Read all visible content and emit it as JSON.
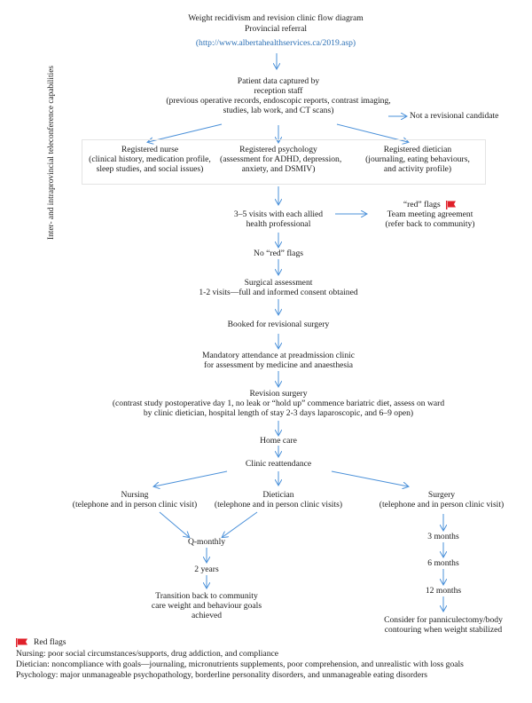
{
  "header": {
    "title": "Weight recidivism and revision clinic flow diagram",
    "subtitle": "Provincial referral",
    "link": "(http://www.albertahealthservices.ca/2019.asp)"
  },
  "side_label": "Inter- and intraprovincial teleconference capabilities",
  "intake": {
    "line1": "Patient data captured by",
    "line2": "reception staff",
    "line3": "(previous operative records, endoscopic reports, contrast imaging,",
    "line4": "studies, lab work, and CT scans)"
  },
  "not_candidate": "Not a revisional candidate",
  "allied": {
    "nurse": {
      "title": "Registered nurse",
      "l1": "(clinical history, medication profile,",
      "l2": "sleep studies, and social issues)"
    },
    "psych": {
      "title": "Registered psychology",
      "l1": "(assessment for ADHD, depression,",
      "l2": "anxiety, and DSMIV)"
    },
    "diet": {
      "title": "Registered dietician",
      "l1": "(journaling, eating behaviours,",
      "l2": "and activity profile)"
    }
  },
  "visits": {
    "l1": "3–5 visits with each allied",
    "l2": "health professional"
  },
  "red_flag_box": {
    "l1": "“red” flags",
    "l2": "Team meeting agreement",
    "l3": "(refer back to community)"
  },
  "no_red": "No “red” flags",
  "surgical_assessment": {
    "l1": "Surgical assessment",
    "l2": "1-2 visits—full and informed consent obtained"
  },
  "booked": "Booked for revisional surgery",
  "preadmission": {
    "l1": "Mandatory attendance at preadmission clinic",
    "l2": "for assessment by medicine and anaesthesia"
  },
  "revision": {
    "l1": "Revision surgery",
    "l2": "(contrast study postoperative day 1, no leak or “hold up” commence bariatric diet, assess on ward",
    "l3": "by clinic dietician, hospital length of stay 2-3 days laparoscopic, and 6–9 open)"
  },
  "home_care": "Home care",
  "clinic_reattendance": "Clinic reattendance",
  "followup": {
    "nursing": {
      "title": "Nursing",
      "l1": "(telephone and in person clinic visit)"
    },
    "dietician": {
      "title": "Dietician",
      "l1": "(telephone and  in person clinic visits)"
    },
    "surgery": {
      "title": "Surgery",
      "l1": "(telephone and in person clinic visit)"
    }
  },
  "q_monthly": "Q-monthly",
  "two_years": "2 years",
  "transition": {
    "l1": "Transition back to community",
    "l2": "care weight and behaviour goals",
    "l3": "achieved"
  },
  "months": {
    "m3": "3 months",
    "m6": "6 months",
    "m12": "12 months"
  },
  "consider": {
    "l1": "Consider for panniculectomy/body",
    "l2": "contouring when weight stabilized"
  },
  "legend": {
    "title": "Red flags",
    "nursing": "Nursing: poor social circumstances/supports, drug addiction, and compliance",
    "dietician": "Dietician: noncompliance with goals—journaling, micronutrients supplements, poor comprehension, and unrealistic with loss goals",
    "psychology": "Psychology: major unmanageable psychopathology, borderline personality disorders, and unmanageable eating disorders"
  },
  "colors": {
    "arrow": "#4a90d9",
    "flag": "#e0202a",
    "link": "#2a6fb5",
    "text": "#1a1a1a"
  }
}
